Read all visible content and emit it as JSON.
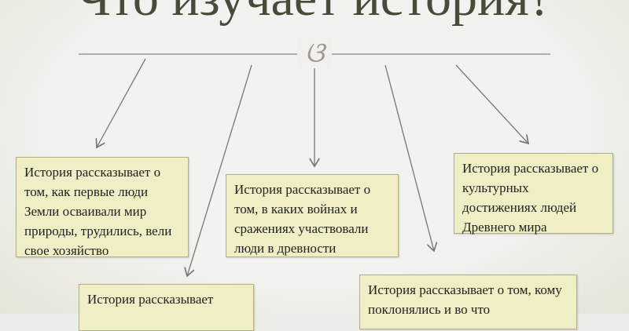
{
  "title": "Что изучает история?",
  "ornament": "ଓ",
  "boxes": [
    "История рассказывает о том, как первые люди Земли осваивали мир природы, трудились, вели свое хозяйство",
    "История рассказывает о том, в каких войнах и сражениях участвовали люди в древности",
    "История рассказывает о культурных достижениях людей Древнего мира",
    "История рассказывает",
    "История рассказывает о том, кому поклонялись и во что"
  ]
}
